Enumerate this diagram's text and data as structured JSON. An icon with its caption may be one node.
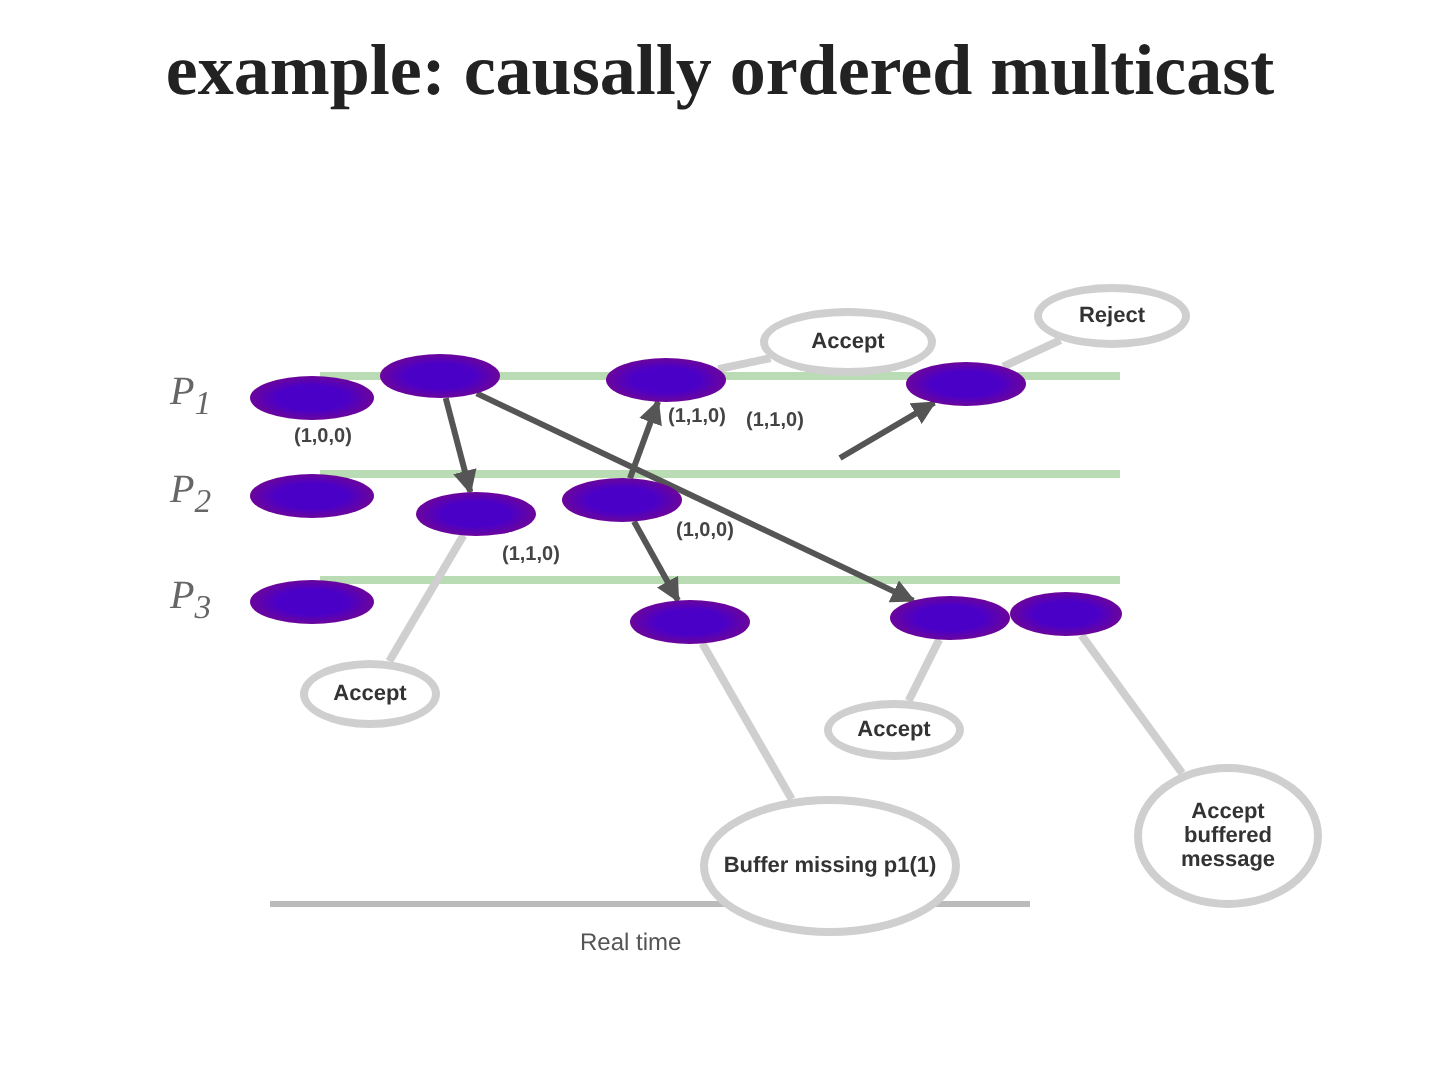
{
  "diagram": {
    "title": "example: causally ordered multicast",
    "nodes": [
      {
        "text": [],
        "shape": "ellipse",
        "beside": [
          "P$_{1}$"
        ]
      },
      {
        "text": [],
        "shape": "ellipse",
        "beside": [
          "P$_{2}$"
        ]
      },
      {
        "text": [],
        "shape": "ellipse",
        "beside": [
          "P$_{3}$"
        ]
      },
      {
        "text": [],
        "shape": "ellipse"
      },
      {
        "text": [],
        "shape": "ellipse"
      },
      {
        "text": [],
        "shape": "ellipse"
      },
      {
        "text": [],
        "shape": "ellipse"
      },
      {
        "text": [],
        "shape": "ellipse"
      },
      {
        "text": [],
        "shape": "ellipse"
      },
      {
        "text": [],
        "shape": "ellipse"
      },
      {
        "text": [],
        "shape": "ellipse"
      },
      {
        "text": [
          "Accept"
        ]
      },
      {
        "text": [
          "Reject"
        ]
      },
      {
        "text": [
          "Accept"
        ]
      },
      {
        "text": [
          "Buffer missing p1(1)"
        ]
      },
      {
        "text": [
          "Accept"
        ]
      },
      {
        "text": [
          "Accept buffered message"
        ]
      }
    ],
    "edges": [
      {
        "from": 3,
        "to": 6,
        "arrow": "to",
        "label": "(1,0,0)",
        "color": "#555555"
      },
      {
        "from": 3,
        "to": 9,
        "arrow": "to",
        "label": "(1,0,0)",
        "color": "#555555"
      },
      {
        "from": 7,
        "to": 4,
        "arrow": "to",
        "label": "(1,1,0)",
        "color": "#555555"
      },
      {
        "from": 7,
        "to": 8,
        "arrow": "to",
        "label": "(1,1,0)",
        "color": "#555555"
      },
      {
        "from": null,
        "to": 5,
        "arrow": "to",
        "label": "(1,1,0)",
        "color": "#555555"
      },
      {
        "from": 11,
        "to": 4,
        "arrow": "none"
      },
      {
        "from": 12,
        "to": 5,
        "arrow": "none"
      },
      {
        "from": 13,
        "to": 6,
        "arrow": "none"
      },
      {
        "from": 14,
        "to": 8,
        "arrow": "none"
      },
      {
        "from": 15,
        "to": 9,
        "arrow": "none"
      },
      {
        "from": 16,
        "to": 10,
        "arrow": "none"
      }
    ],
    "labels": [
      "Real time"
    ]
  }
}
